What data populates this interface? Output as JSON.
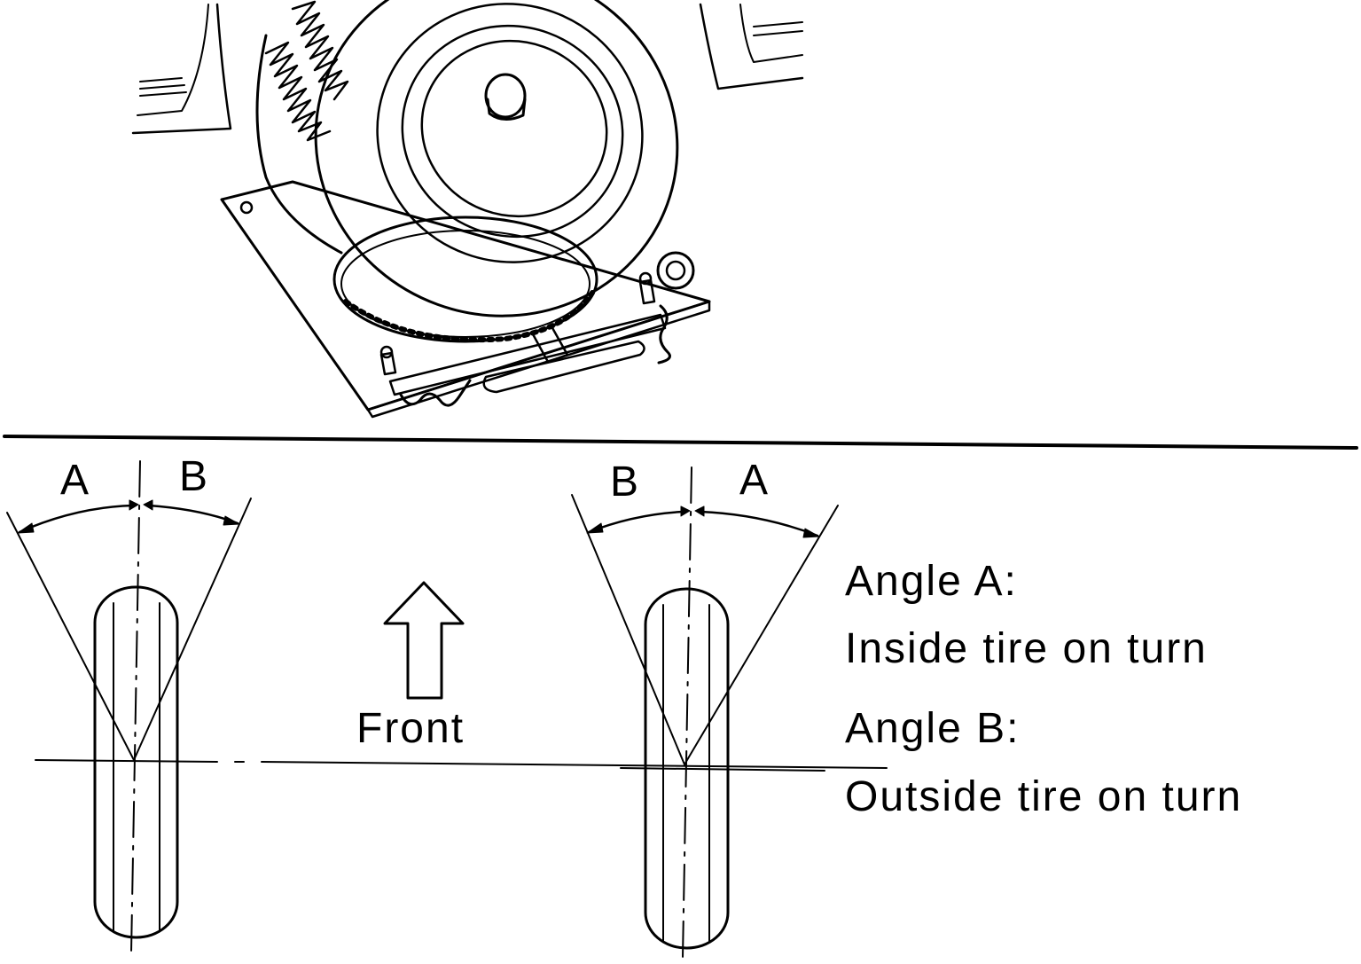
{
  "left_wheel": {
    "label_a": "A",
    "label_b": "B"
  },
  "right_wheel": {
    "label_b": "B",
    "label_a": "A"
  },
  "front_label": "Front",
  "legend": {
    "angle_a_title": "Angle A:",
    "angle_a_desc": "Inside tire on turn",
    "angle_b_title": "Angle B:",
    "angle_b_desc": "Outside tire on turn"
  },
  "icons": {
    "turntable": "turning-radius-gauge-illustration",
    "arrow": "front-direction-arrow"
  },
  "colors": {
    "ink": "#000000",
    "paper": "#ffffff"
  }
}
